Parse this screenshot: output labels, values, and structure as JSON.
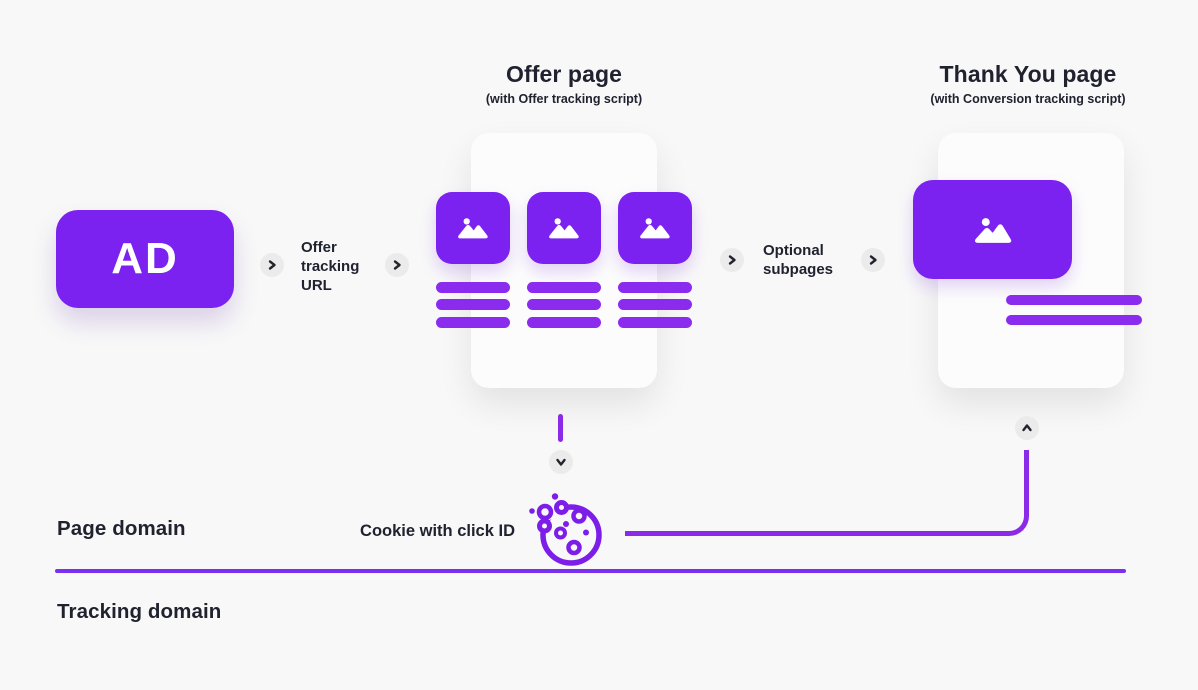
{
  "diagram": {
    "ad_box": {
      "label": "AD"
    },
    "flow_labels": {
      "offer_tracking_url": "Offer\ntracking\nURL",
      "optional_subpages": "Optional\nsubpages"
    },
    "offer_page": {
      "title": "Offer page",
      "subtitle": "(with Offer tracking script)"
    },
    "thank_you_page": {
      "title": "Thank You page",
      "subtitle": "(with Conversion tracking script)"
    },
    "cookie": {
      "label": "Cookie with click ID",
      "icon": "cookie-icon"
    },
    "domains": {
      "page": "Page domain",
      "tracking": "Tracking domain"
    },
    "icons": {
      "flow_arrow": "chevron-right-icon",
      "to_cookie": "chevron-down-icon",
      "to_thank_you": "chevron-up-icon",
      "placeholder_image": "image-icon"
    },
    "colors": {
      "background": "#F8F8F8",
      "primary_purple": "#7C22F0",
      "accent_purple": "#8B2BEE",
      "divider_purple": "#7B2FF2",
      "dark_text": "#20222F",
      "card_background": "#FCFCFC",
      "arrow_circle_background": "#EBEBEB"
    }
  }
}
